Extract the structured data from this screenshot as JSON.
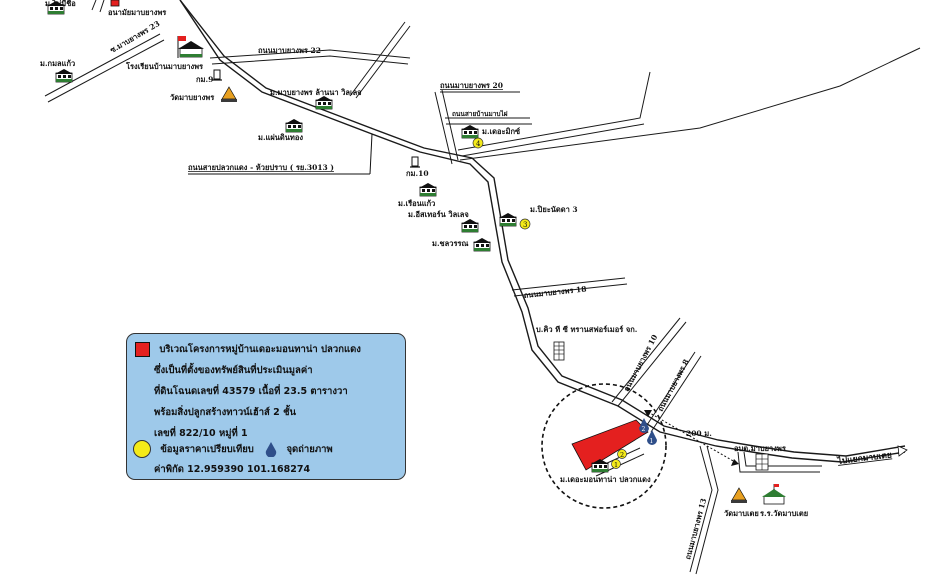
{
  "colors": {
    "road": "#1a1a1a",
    "project_area": "#e4201f",
    "comparison_marker": "#f4ea19",
    "photo_marker": "#2f4f8a",
    "legend_bg": "#9ec9ea"
  },
  "labels": {
    "moo_mai_chue": "ม.ไม่มีชื่อ",
    "anamai": "อนามัยมาบยางพร",
    "soi_23": "ซ.มาบยางพร 23",
    "moo_kamonkaew": "ม.กมลแก้ว",
    "school": "โรงเรียนบ้านมาบยางพร",
    "km9": "กม.9",
    "wat_mabyangporn": "วัดมาบยางพร",
    "road_22": "ถนนมาบยางพร 22",
    "road_20": "ถนนมาบยางพร 20",
    "road_san_mai": "ถนนสายบ้านมาบไผ่",
    "moo_lanna": "ม.มาบยางพร ล้านนา วิลเลจ",
    "moo_phaendin": "ม.แผ่นดินทอง",
    "moo_demix": "ม.เดอะมิกซ์",
    "main_road": "ถนนสายปลวกแดง - ห้วยปราบ ( รย.3013 )",
    "km10": "กม.10",
    "moo_ruenkaew": "ม.เรือนแก้ว",
    "moo_eastern": "ม.อีสเทอร์น วิลเลจ",
    "moo_piyanadda": "ม.ปิยะนัดดา 3",
    "moo_chonwarin": "ม.ชลวรรณ",
    "road_18": "ถนนมาบยางพร 18",
    "company": "บ.คิว ที ซี ทรานสฟอร์เมอร์ จก.",
    "road_10": "ถนนมาบยางพร 10",
    "road_8": "ถนนมาบยางพร 8",
    "distance": "200 ม.",
    "obt": "อบต.มาบยางพร",
    "to_maokha": "ไปแยกมาบเตย",
    "moo_demonthana": "ม.เดอะมอนทาน่า ปลวกแดง",
    "road_13": "ถนนมาบยางพร 13",
    "wat_mabtoei": "วัดมาบเตย",
    "school_mabtoei": "ร.ร.วัดมาบเตย"
  },
  "markers": {
    "comparison": [
      "1",
      "2",
      "3",
      "4"
    ],
    "photo": [
      "1",
      "2"
    ]
  },
  "legend": {
    "line1": "บริเวณโครงการหมู่บ้านเดอะมอนทาน่า ปลวกแดง",
    "line2": "ซึ่งเป็นที่ตั้งของทรัพย์สินที่ประเมินมูลค่า",
    "line3": "ที่ดินโฉนดเลขที่ 43579 เนื้อที่ 23.5 ตารางวา",
    "line4": "พร้อมสิ่งปลูกสร้างทาวน์เฮ้าส์ 2 ชั้น",
    "line5": "เลขที่ 822/10 หมู่ที่ 1",
    "comparison_label": "ข้อมูลราคาเปรียบเทียบ",
    "photo_label": "จุดถ่ายภาพ",
    "coordinates": "ค่าพิกัด 12.959390 101.168274"
  }
}
